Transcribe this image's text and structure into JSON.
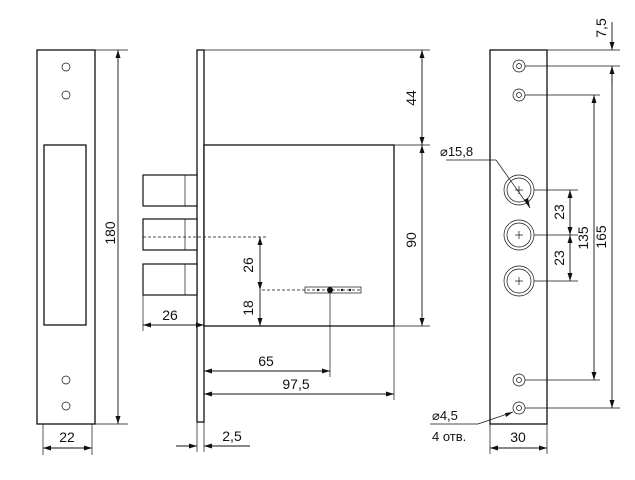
{
  "dimensions": {
    "strike_width": "22",
    "strike_height": "180",
    "bolt_projection": "26",
    "bolt_spacing": "26",
    "bolt_to_key": "18",
    "backset": "65",
    "case_depth": "97,5",
    "faceplate_thickness": "2,5",
    "top_offset": "44",
    "case_height": "90",
    "top_hole_offset": "7,5",
    "bolt_pitch_1": "23",
    "bolt_pitch_2": "23",
    "hole_span": "135",
    "total_hole_span": "165",
    "faceplate_width": "30"
  },
  "notes": {
    "bolt_hole_diameter": "⌀15,8",
    "screw_hole_diameter": "⌀4,5",
    "screw_hole_count": "4 отв."
  },
  "colors": {
    "line": "#111111",
    "background": "#ffffff"
  }
}
